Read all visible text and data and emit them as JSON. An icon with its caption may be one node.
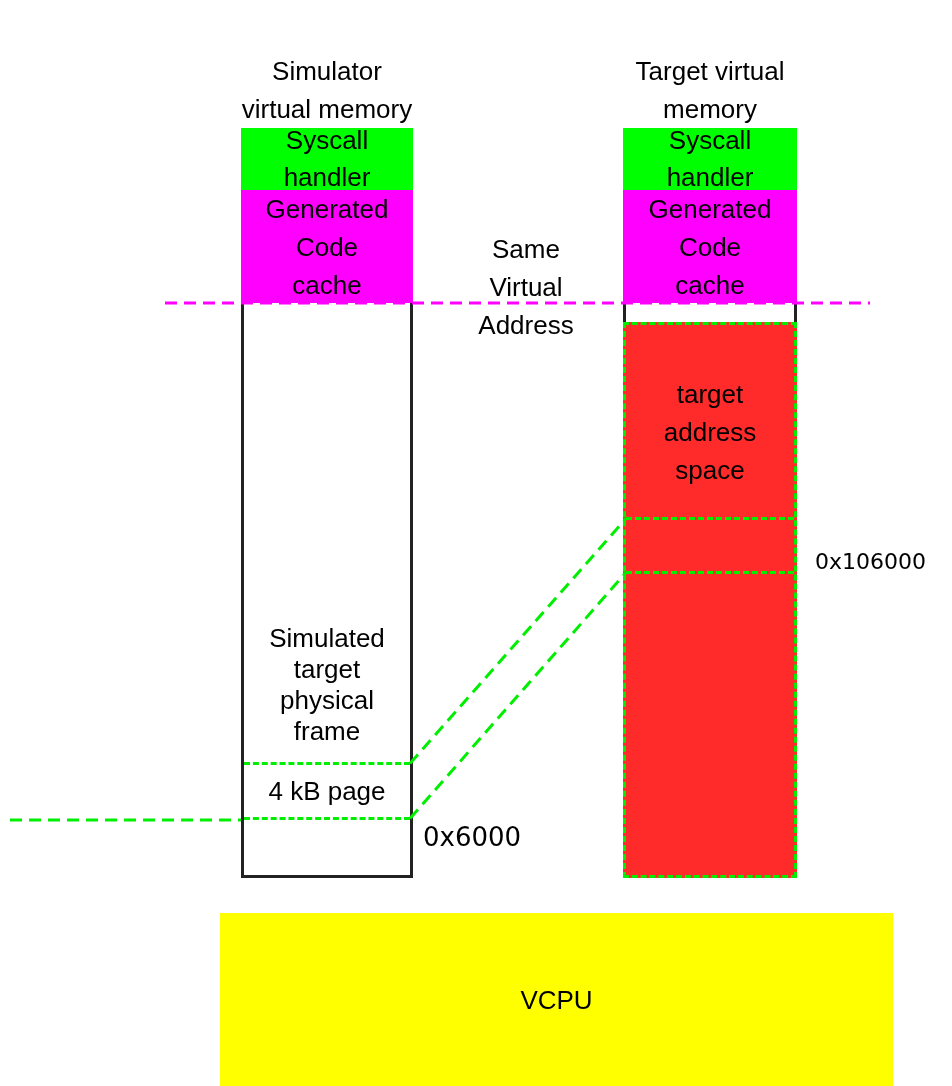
{
  "diagram": {
    "nodes": [
      {
        "text": [
          "Simulator virtual memory",
          "Simulated target physical frame"
        ]
      },
      {
        "text": [
          "Syscall handler"
        ],
        "in": 0
      },
      {
        "text": [
          "Generated Code cache"
        ],
        "in": 0
      },
      {
        "text": [
          "4 kB page"
        ],
        "in": 0
      },
      {
        "text": [
          "Target virtual memory"
        ]
      },
      {
        "text": [
          "Syscall handler"
        ],
        "in": 4
      },
      {
        "text": [
          "Generated Code cache"
        ],
        "in": 4
      },
      {
        "text": [
          "target address space"
        ],
        "in": 4
      },
      {
        "text": [],
        "shape": "box",
        "in": 7
      },
      {
        "text": [
          "VCPU"
        ]
      }
    ],
    "edges": [
      {
        "from": 3,
        "to": 8,
        "arrow": "none",
        "style": "dashed"
      },
      {
        "from": 3,
        "to": 8,
        "arrow": "none",
        "style": "dashed"
      }
    ],
    "labels": [
      "Same Virtual Address",
      "0x106000",
      "0x6000"
    ]
  }
}
